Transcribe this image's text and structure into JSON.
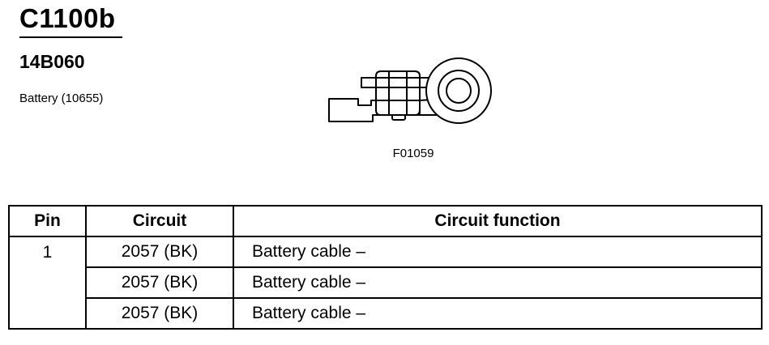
{
  "header": {
    "connector_id": "C1100b",
    "part_number": "14B060",
    "description": "Battery (10655)"
  },
  "figure": {
    "id": "F01059",
    "icon": "battery-terminal-connector-icon"
  },
  "table": {
    "columns": [
      "Pin",
      "Circuit",
      "Circuit function"
    ],
    "rows": [
      {
        "pin": "1",
        "circuit": "2057 (BK)",
        "function": "Battery cable –"
      },
      {
        "pin": "",
        "circuit": "2057 (BK)",
        "function": "Battery cable –"
      },
      {
        "pin": "",
        "circuit": "2057 (BK)",
        "function": "Battery cable –"
      }
    ]
  }
}
